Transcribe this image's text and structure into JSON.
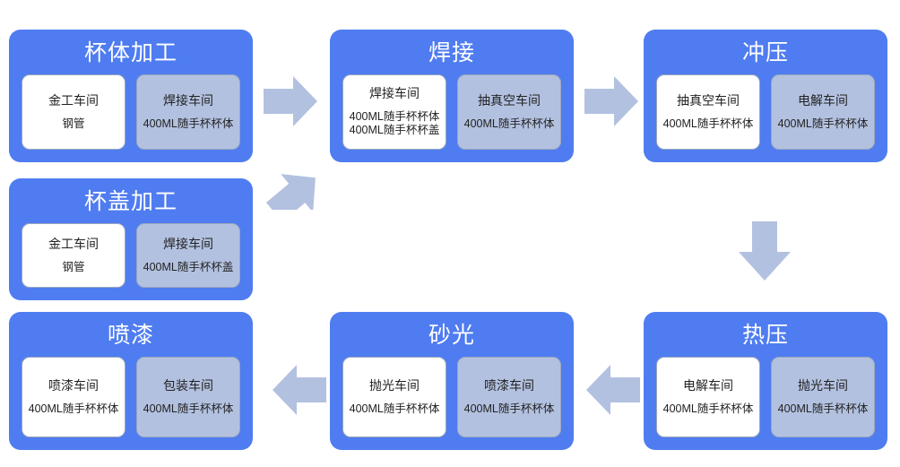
{
  "diagram": {
    "type": "process-flow",
    "colors": {
      "stage_fill": "#4f7cf0",
      "stage_title_text": "#ffffff",
      "card_white_fill": "#ffffff",
      "card_grey_fill": "#b3c1e0",
      "card_border": "#9aa7bf",
      "card_text": "#222222",
      "arrow_fill": "#b3c1e0",
      "background": "#ffffff"
    },
    "nodes": [
      {
        "id": "cupbody",
        "title": "杯体加工",
        "cards": [
          {
            "style": "white",
            "title": "金工车间",
            "sub": "钢管"
          },
          {
            "style": "grey",
            "title": "焊接车间",
            "sub": "400ML随手杯杯体"
          }
        ]
      },
      {
        "id": "welding",
        "title": "焊接",
        "cards": [
          {
            "style": "white",
            "title": "焊接车间",
            "sub": "400ML随手杯杯体\n400ML随手杯杯盖"
          },
          {
            "style": "grey",
            "title": "抽真空车间",
            "sub": "400ML随手杯杯体"
          }
        ]
      },
      {
        "id": "stamping",
        "title": "冲压",
        "cards": [
          {
            "style": "white",
            "title": "抽真空车间",
            "sub": "400ML随手杯杯体"
          },
          {
            "style": "grey",
            "title": "电解车间",
            "sub": "400ML随手杯杯体"
          }
        ]
      },
      {
        "id": "cuplid",
        "title": "杯盖加工",
        "cards": [
          {
            "style": "white",
            "title": "金工车间",
            "sub": "钢管"
          },
          {
            "style": "grey",
            "title": "焊接车间",
            "sub": "400ML随手杯杯盖"
          }
        ]
      },
      {
        "id": "painting",
        "title": "喷漆",
        "cards": [
          {
            "style": "white",
            "title": "喷漆车间",
            "sub": "400ML随手杯杯体"
          },
          {
            "style": "grey",
            "title": "包装车间",
            "sub": "400ML随手杯杯体"
          }
        ]
      },
      {
        "id": "sanding",
        "title": "砂光",
        "cards": [
          {
            "style": "white",
            "title": "抛光车间",
            "sub": "400ML随手杯杯体"
          },
          {
            "style": "grey",
            "title": "喷漆车间",
            "sub": "400ML随手杯杯体"
          }
        ]
      },
      {
        "id": "hotpress",
        "title": "热压",
        "cards": [
          {
            "style": "white",
            "title": "电解车间",
            "sub": "400ML随手杯杯体"
          },
          {
            "style": "grey",
            "title": "抛光车间",
            "sub": "400ML随手杯杯体"
          }
        ]
      }
    ],
    "arrows": [
      {
        "id": "cupbody-welding",
        "direction": "right",
        "from": "杯体加工",
        "to": "焊接"
      },
      {
        "id": "cuplid-welding",
        "direction": "up-right",
        "from": "杯盖加工",
        "to": "焊接"
      },
      {
        "id": "welding-stamping",
        "direction": "right",
        "from": "焊接",
        "to": "冲压"
      },
      {
        "id": "stamping-hotpress",
        "direction": "down",
        "from": "冲压",
        "to": "热压"
      },
      {
        "id": "hotpress-sanding",
        "direction": "left",
        "from": "热压",
        "to": "砂光"
      },
      {
        "id": "sanding-painting",
        "direction": "left",
        "from": "砂光",
        "to": "喷漆"
      }
    ]
  }
}
